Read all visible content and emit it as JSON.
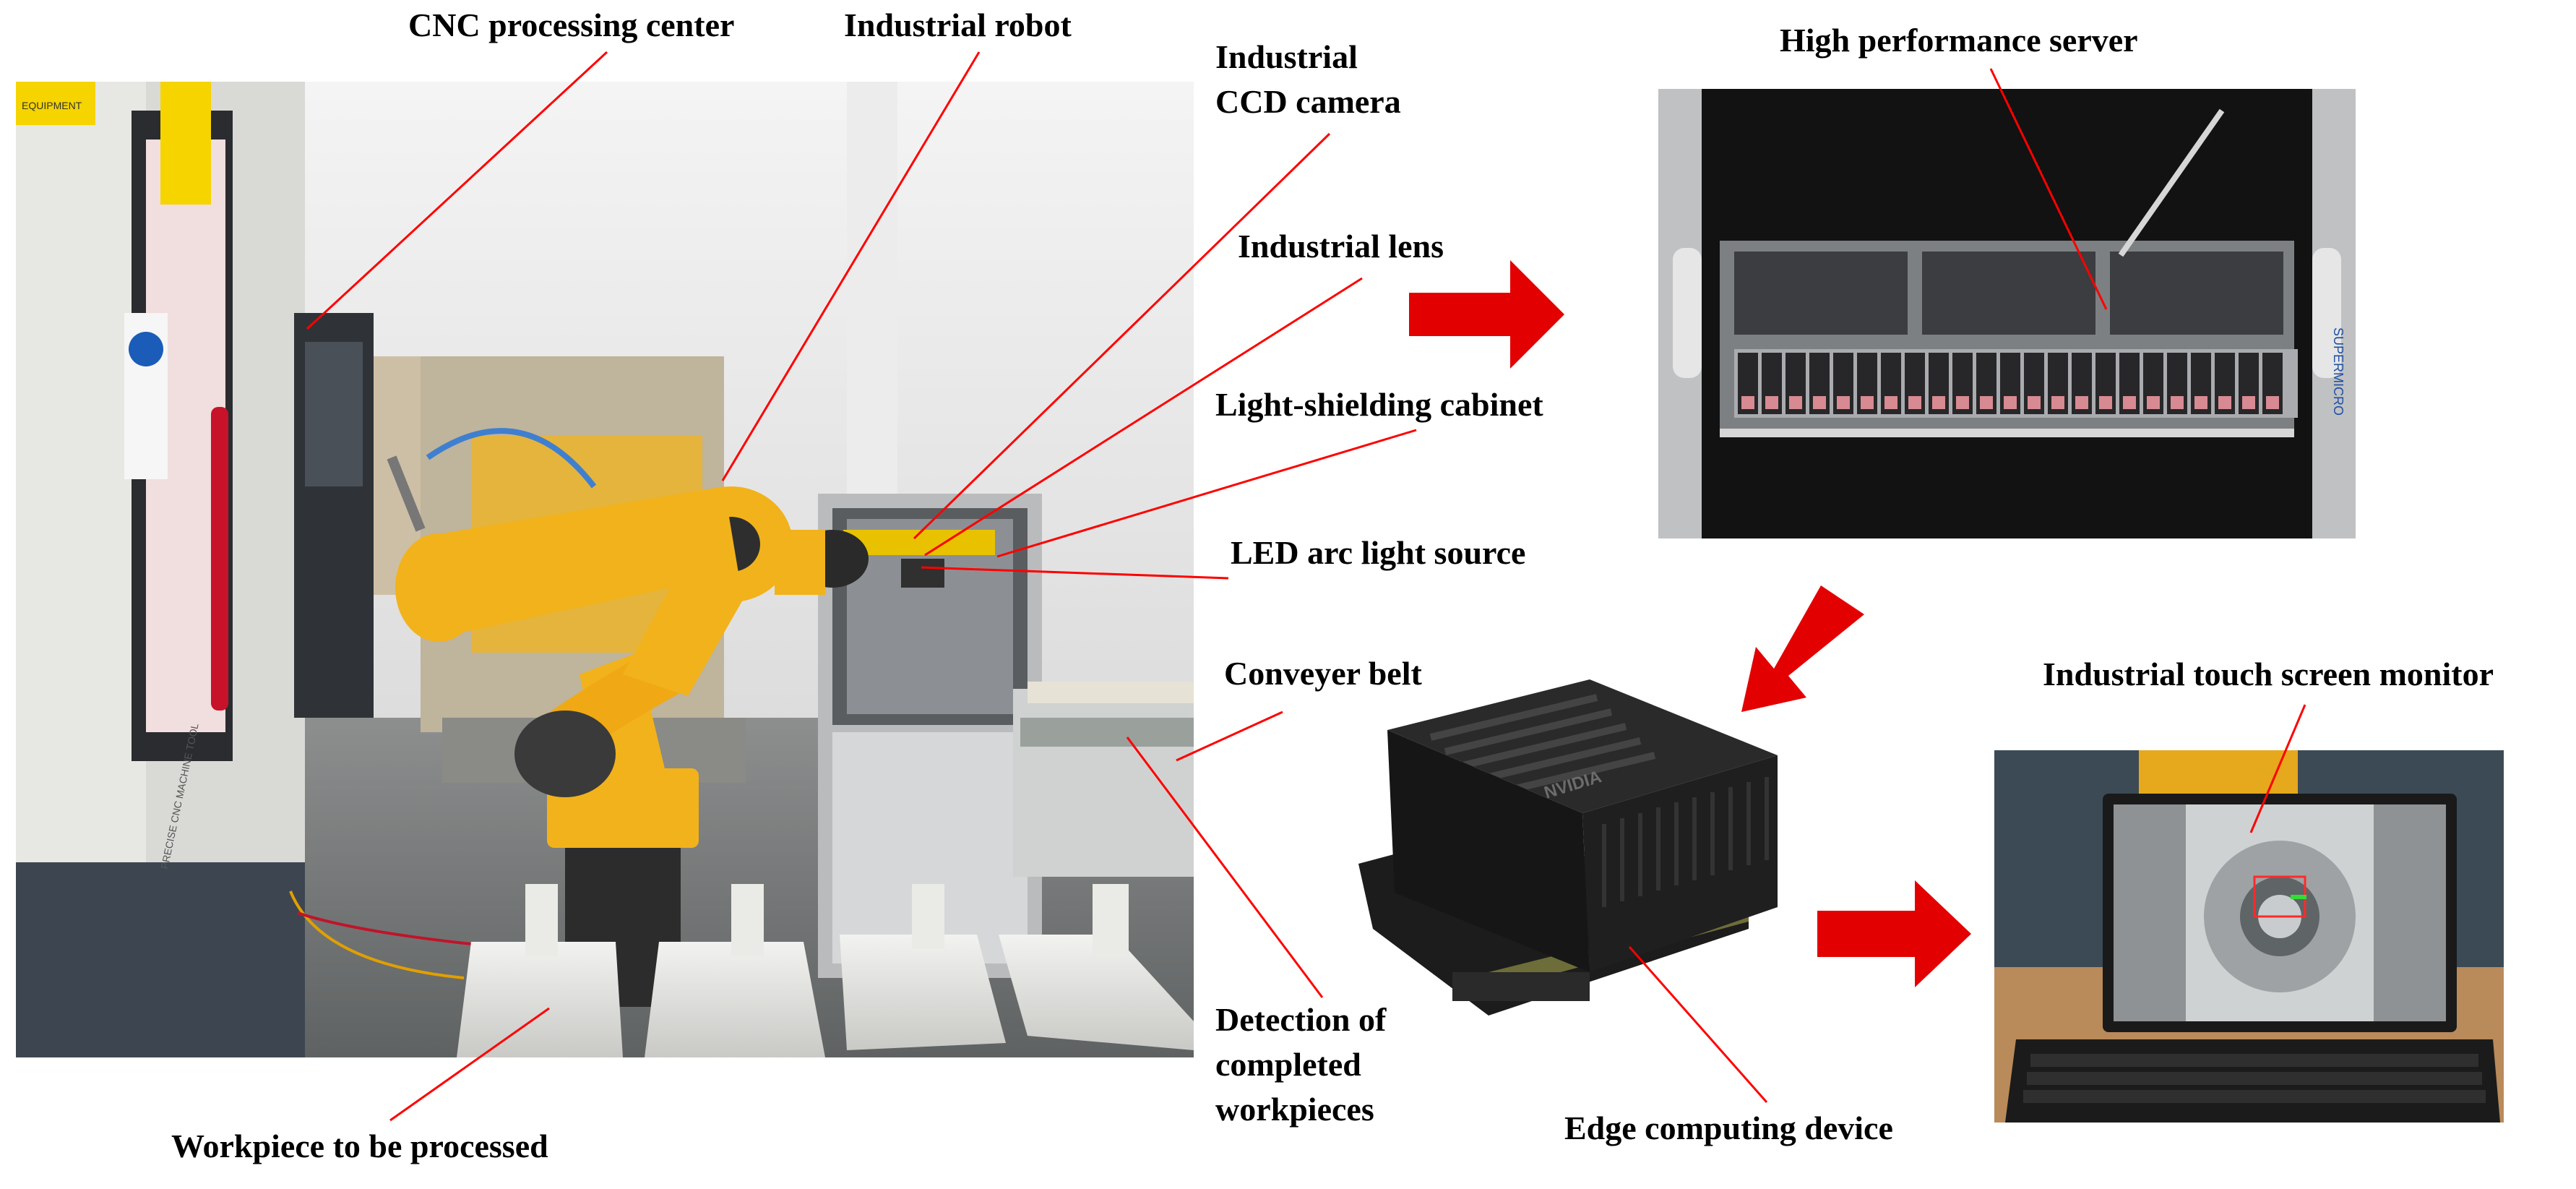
{
  "labels": {
    "cnc": "CNC processing center",
    "robot": "Industrial robot",
    "ccd_line1": "Industrial",
    "ccd_line2": "CCD camera",
    "lens": "Industrial lens",
    "cabinet": "Light-shielding cabinet",
    "led": "LED arc light source",
    "conveyer": "Conveyer belt",
    "detect_line1": "Detection of",
    "detect_line2": "completed",
    "detect_line3": "workpieces",
    "workpiece": "Workpiece to be processed",
    "server": "High performance server",
    "edge": "Edge computing device",
    "monitor": "Industrial touch screen monitor"
  },
  "photo_text": {
    "equipment_sign": "EQUIPMENT",
    "machine_brand": "PRECISE CNC MACHINE TOOL",
    "nvidia": "NVIDIA",
    "supermicro": "SUPERMICRO"
  },
  "colors": {
    "annotation_line": "#ff0000",
    "flow_arrow": "#e30000",
    "robot": "#f2b21b"
  }
}
